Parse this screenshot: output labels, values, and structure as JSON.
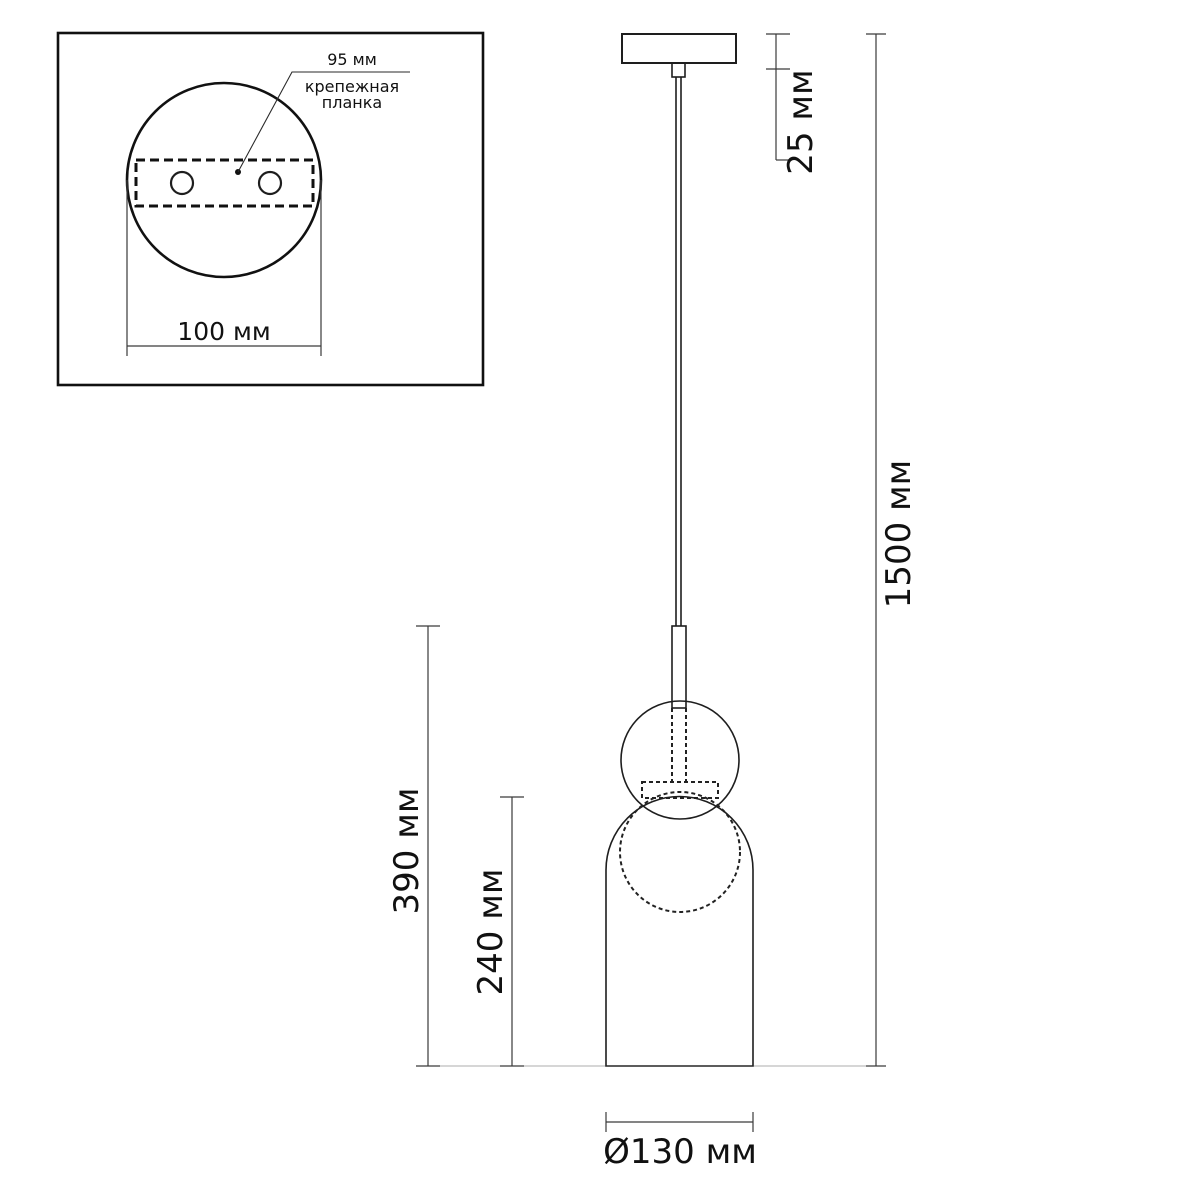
{
  "inset": {
    "plate_width_label": "95 мм",
    "plate_name_line1": "крепежная",
    "plate_name_line2": "планка",
    "canopy_diameter_label": "100 мм"
  },
  "dimensions": {
    "canopy_height_label": "25 мм",
    "total_height_label": "1500 мм",
    "lamp_height_label": "390 мм",
    "shade_height_label": "240 мм",
    "shade_diameter_label": "Ø130 мм"
  }
}
